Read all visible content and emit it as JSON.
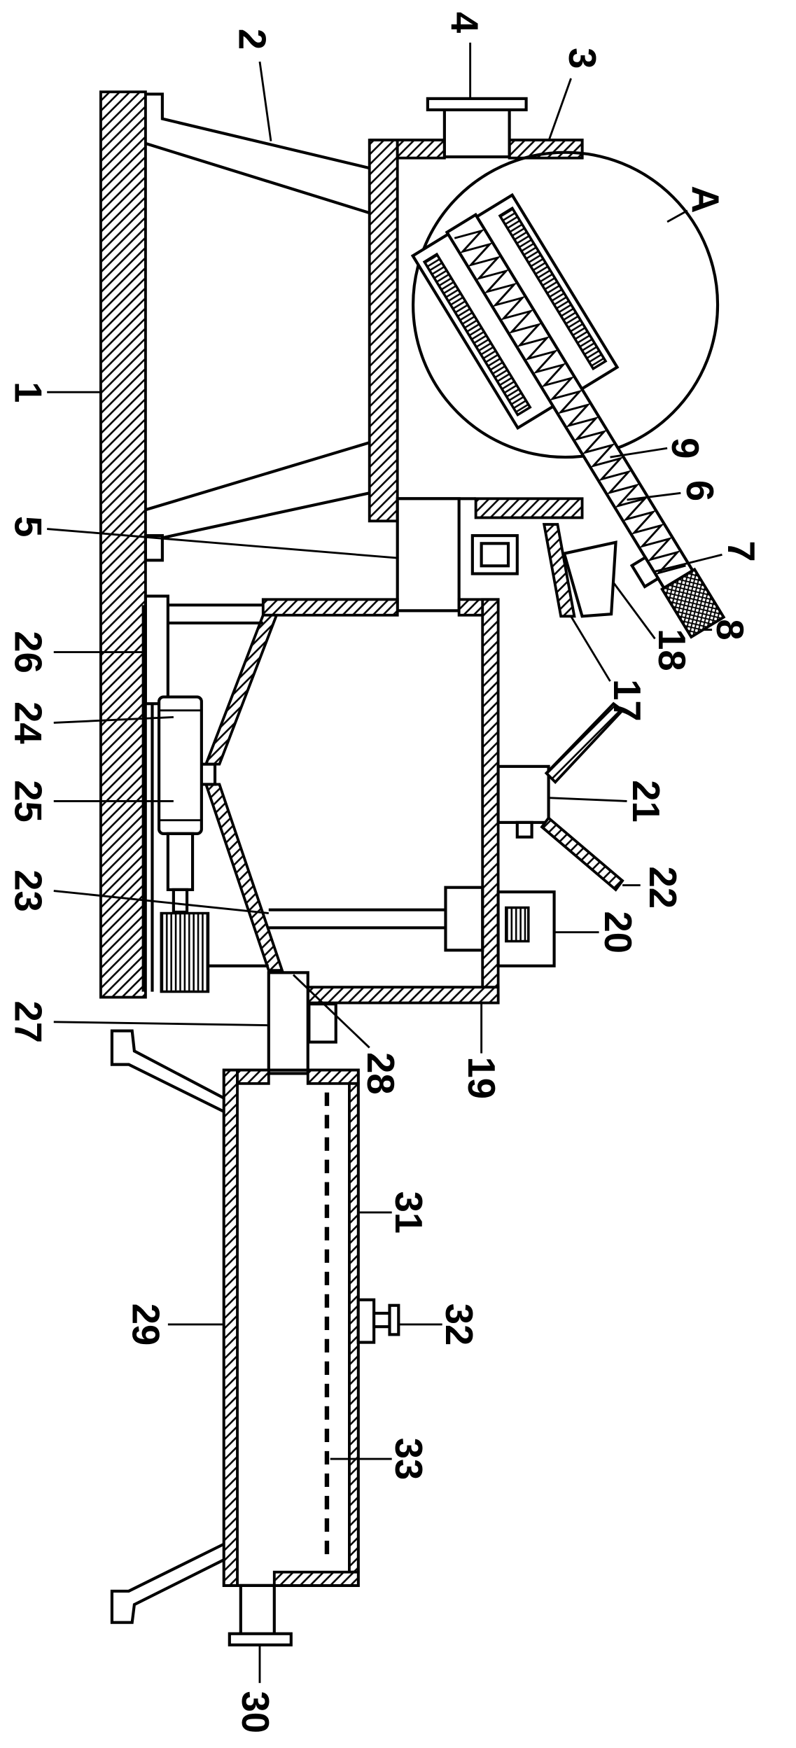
{
  "diagram": {
    "labels": {
      "n1": "1",
      "n2": "2",
      "n3": "3",
      "n4": "4",
      "nA": "A",
      "n5": "5",
      "n6": "6",
      "n7": "7",
      "n8": "8",
      "n9": "9",
      "n17": "17",
      "n18": "18",
      "n19": "19",
      "n20": "20",
      "n21": "21",
      "n22": "22",
      "n23": "23",
      "n24": "24",
      "n25": "25",
      "n26": "26",
      "n27": "27",
      "n28": "28",
      "n29": "29",
      "n30": "30",
      "n31": "31",
      "n32": "32",
      "n33": "33"
    },
    "colors": {
      "line": "#000000",
      "background": "#ffffff"
    }
  }
}
